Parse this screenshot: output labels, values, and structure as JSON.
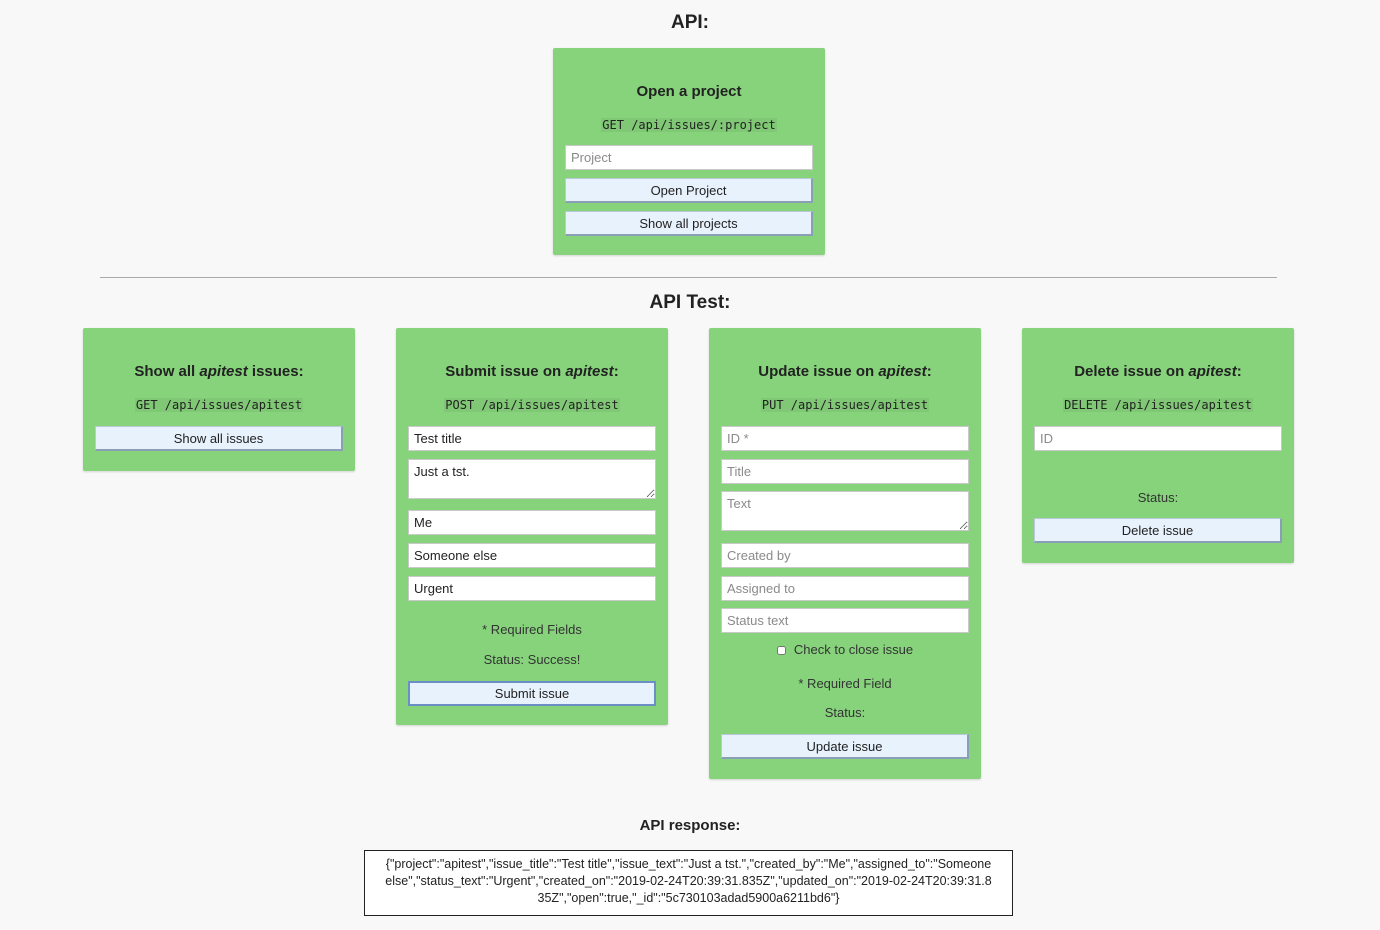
{
  "api": {
    "heading": "API:",
    "open_project": {
      "title": "Open a project",
      "endpoint": "GET /api/issues/:project",
      "project_placeholder": "Project",
      "open_button": "Open Project",
      "show_all_button": "Show all projects"
    }
  },
  "api_test": {
    "heading": "API Test:",
    "show_all": {
      "title_prefix": "Show all",
      "title_project": "apitest",
      "title_suffix": "issues:",
      "endpoint": "GET /api/issues/apitest",
      "button": "Show all issues"
    },
    "submit": {
      "title_prefix": "Submit issue on",
      "title_project": "apitest",
      "title_suffix": ":",
      "endpoint": "POST /api/issues/apitest",
      "title_value": "Test title",
      "text_value": "Just a tst.",
      "created_by_value": "Me",
      "assigned_to_value": "Someone else",
      "status_text_value": "Urgent",
      "required_note": "* Required Fields",
      "status": "Status: Success!",
      "button": "Submit issue"
    },
    "update": {
      "title_prefix": "Update issue on",
      "title_project": "apitest",
      "title_suffix": ":",
      "endpoint": "PUT /api/issues/apitest",
      "id_placeholder": "ID *",
      "title_placeholder": "Title",
      "text_placeholder": "Text",
      "created_by_placeholder": "Created by",
      "assigned_to_placeholder": "Assigned to",
      "status_text_placeholder": "Status text",
      "checkbox_label": "Check to close issue",
      "required_note": "* Required Field",
      "status": "Status:",
      "button": "Update issue"
    },
    "delete": {
      "title_prefix": "Delete issue on",
      "title_project": "apitest",
      "title_suffix": ":",
      "endpoint": "DELETE /api/issues/apitest",
      "id_placeholder": "ID",
      "status": "Status:",
      "button": "Delete issue"
    }
  },
  "response": {
    "heading": "API response:",
    "body": "{\"project\":\"apitest\",\"issue_title\":\"Test title\",\"issue_text\":\"Just a tst.\",\"created_by\":\"Me\",\"assigned_to\":\"Someone else\",\"status_text\":\"Urgent\",\"created_on\":\"2019-02-24T20:39:31.835Z\",\"updated_on\":\"2019-02-24T20:39:31.835Z\",\"open\":true,\"_id\":\"5c730103adad5900a6211bd6\"}"
  },
  "colors": {
    "card": "#87d37c",
    "button": "#e8f2fd",
    "background": "#f8f8f8"
  }
}
